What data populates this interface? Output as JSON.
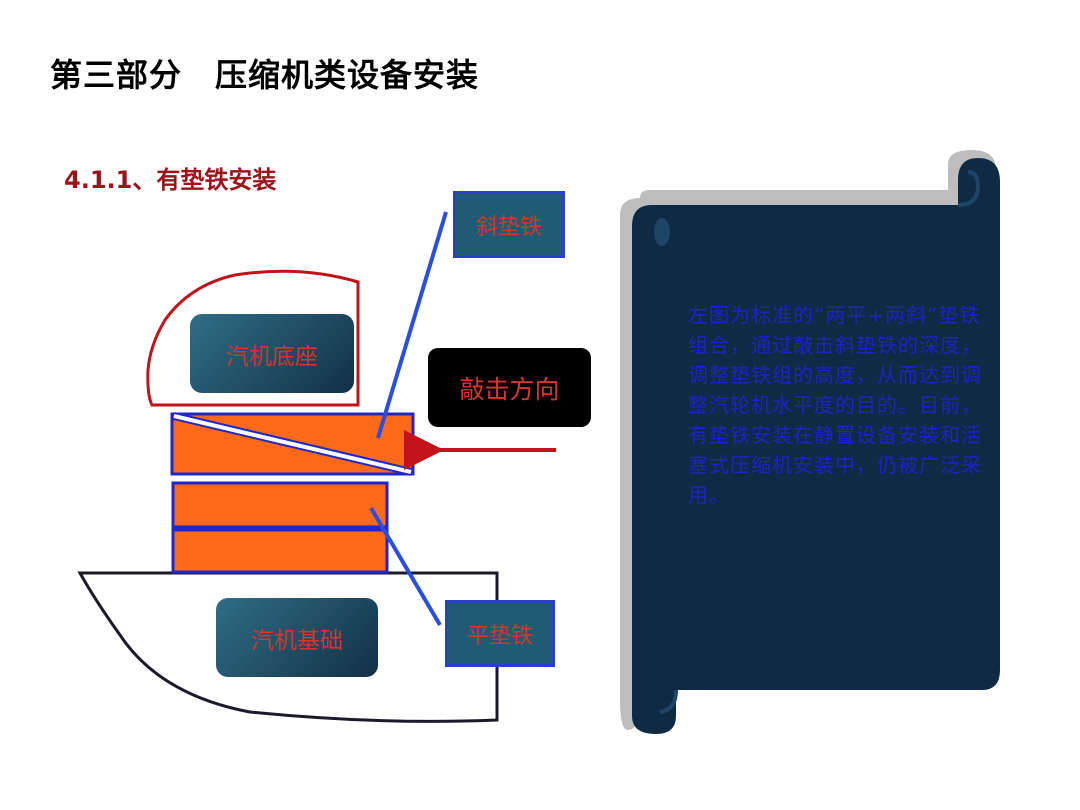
{
  "header": {
    "title": "第三部分　压缩机类设备安装"
  },
  "section": {
    "title": "4.1.1、有垫铁安装"
  },
  "diagram": {
    "labels": {
      "wedge_shim": "斜垫铁",
      "flat_shim": "平垫铁",
      "turbine_base": "汽机底座",
      "turbine_foundation": "汽机基础",
      "strike_direction": "敲击方向"
    },
    "colors": {
      "shim_fill": "#ff6a1a",
      "shim_border": "#2026c8",
      "base_outline": "#c4121a",
      "arrow": "#c4121a",
      "label_text": "#d8362c",
      "scroll_bg": "#0f2a45"
    }
  },
  "description": {
    "text": "左图为标准的“两平+两斜”垫铁组合，通过敲击斜垫铁的深度，调整垫铁组的高度，从而达到调整汽轮机水平度的目的。目前，有垫铁安装在静置设备安装和活塞式压缩机安装中，仍被广泛采用。"
  }
}
